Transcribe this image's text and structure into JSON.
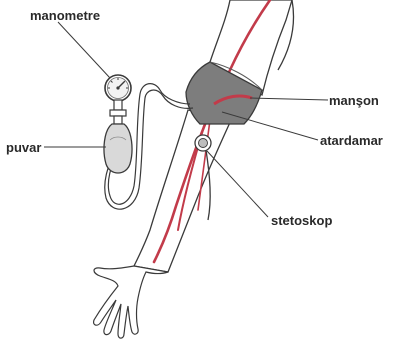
{
  "labels": {
    "manometre": "manometre",
    "puvar": "puvar",
    "manson": "manşon",
    "atardamar": "atardamar",
    "stetoskop": "stetoskop"
  },
  "colors": {
    "outline": "#3a3a3a",
    "cuff": "#7d7d7d",
    "artery": "#c23b4a",
    "bulb": "#d9d9d9",
    "background": "#ffffff"
  }
}
